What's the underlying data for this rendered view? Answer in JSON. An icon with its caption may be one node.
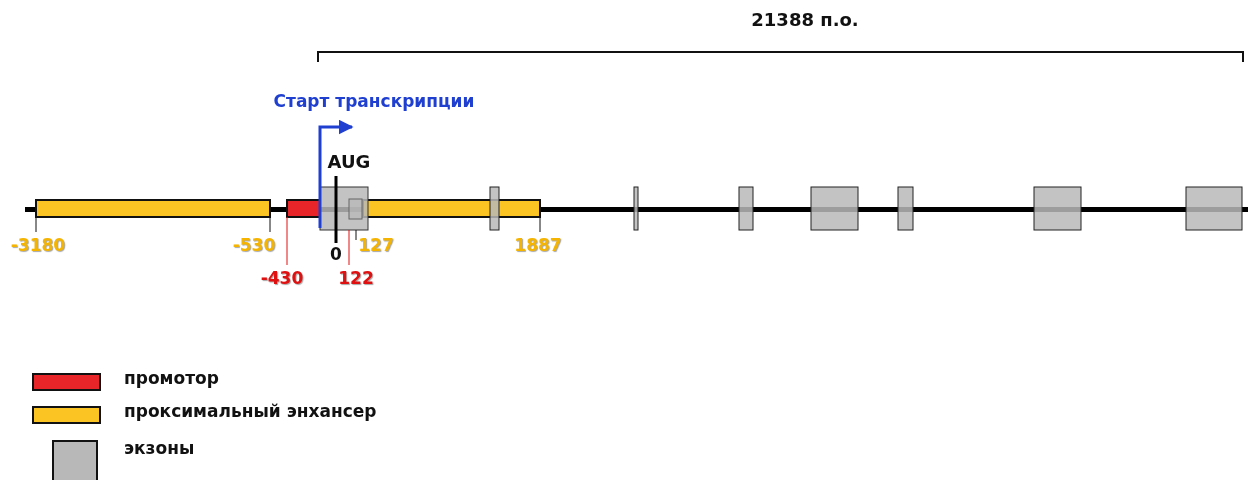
{
  "diagram": {
    "labels": [
      "21388 п.о.",
      "Старт транскрипции",
      "AUG",
      "-3180",
      "-530",
      "0",
      "127",
      "1887",
      "-430",
      "122"
    ],
    "legend": [
      {
        "text": "промотор",
        "color": "#e8262a"
      },
      {
        "text": "проксимальный энхансер",
        "color": "#fbc423"
      },
      {
        "text": "экзоны",
        "color": "#b8b8b8"
      }
    ]
  }
}
